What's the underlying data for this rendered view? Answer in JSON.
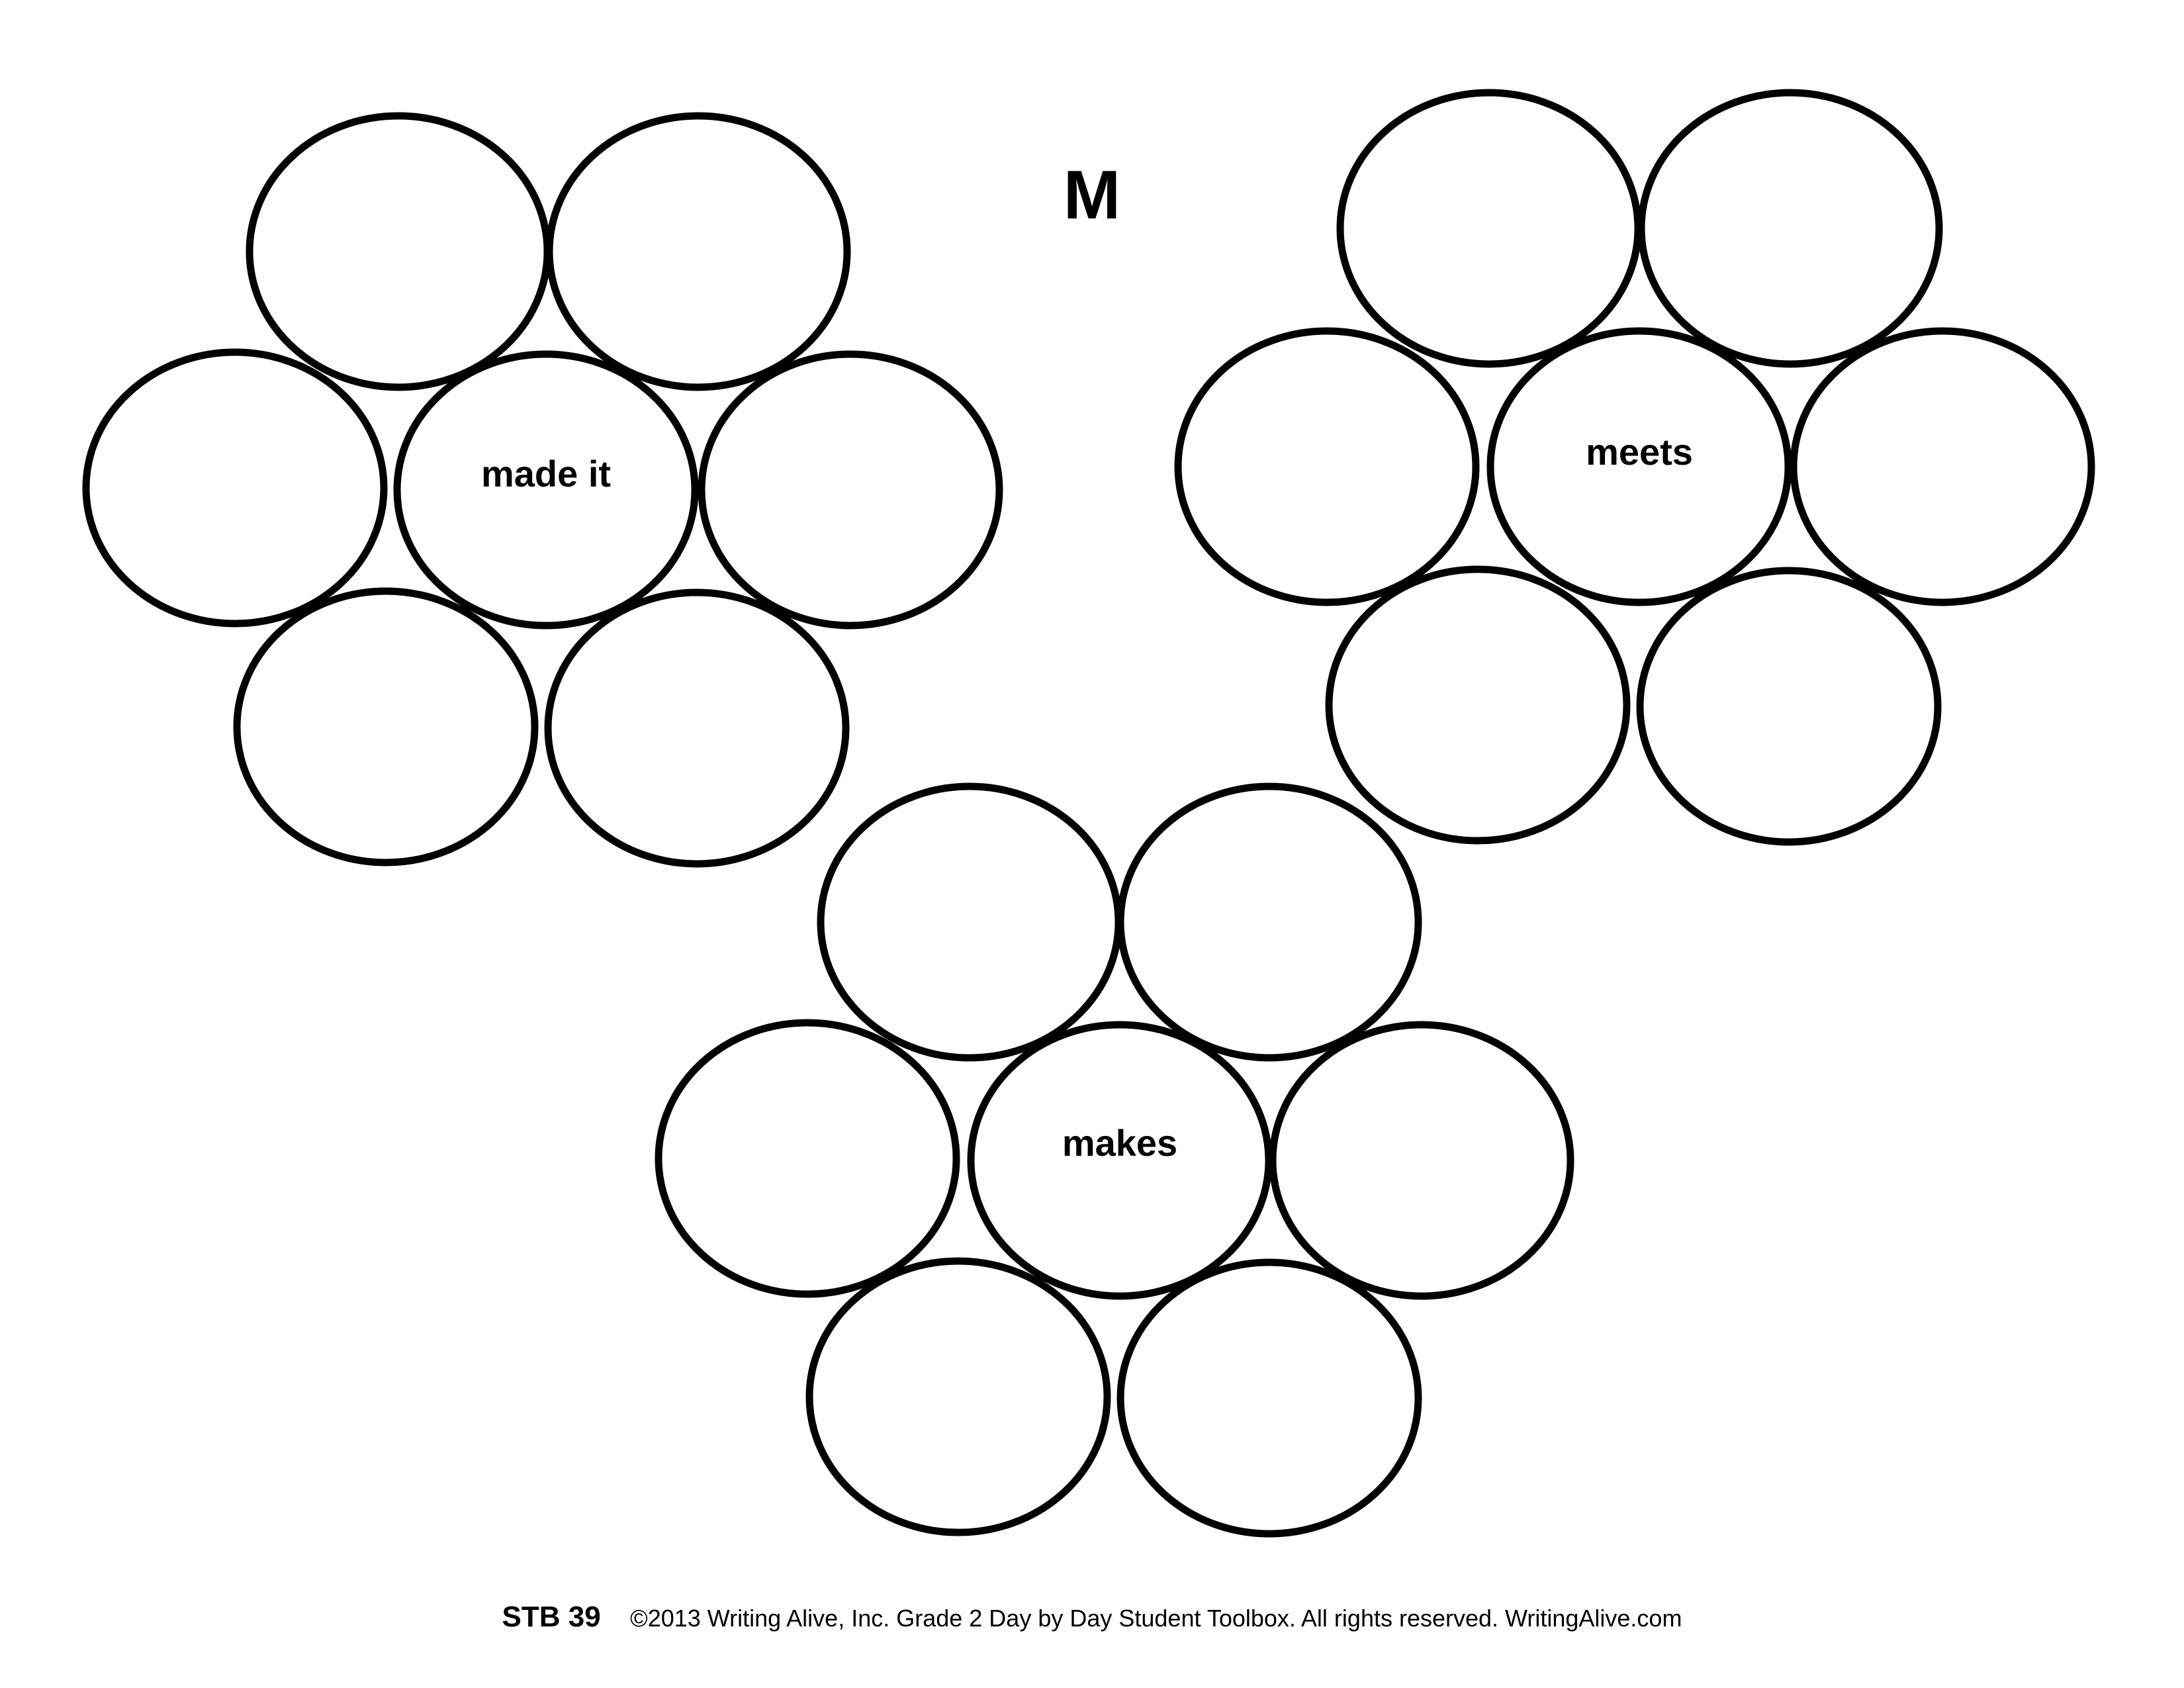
{
  "worksheet": {
    "letter": "M",
    "flowers": [
      {
        "center_word": "made it"
      },
      {
        "center_word": "meets"
      },
      {
        "center_word": "makes"
      }
    ]
  },
  "footer": {
    "code": "STB 39",
    "copyright": "©2013 Writing Alive, Inc. Grade 2 Day by Day Student Toolbox. All rights reserved. WritingAlive.com"
  }
}
